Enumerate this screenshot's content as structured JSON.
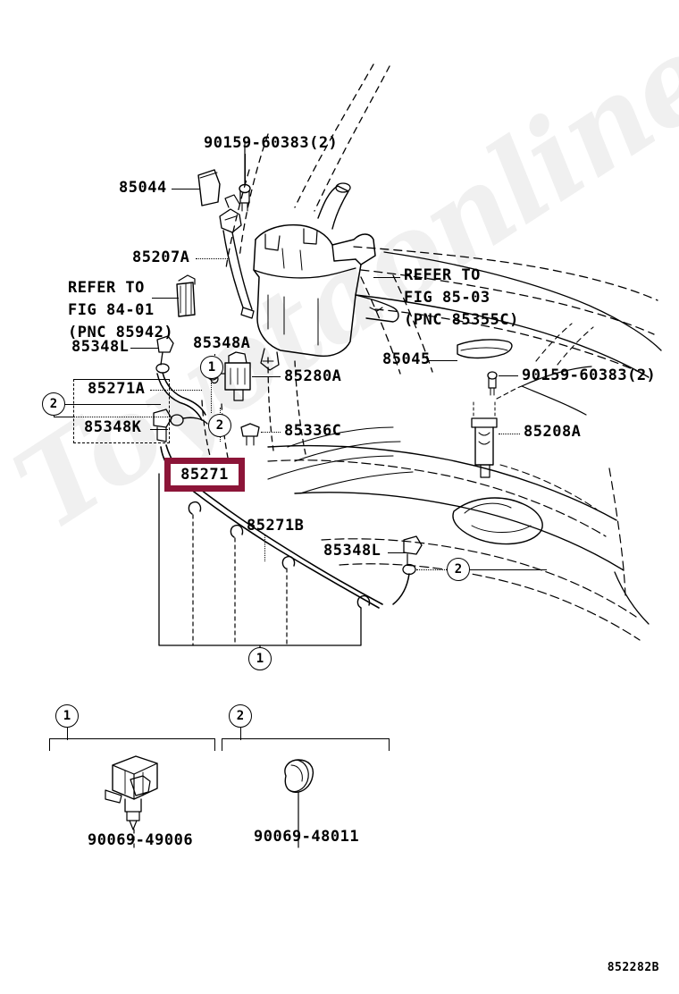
{
  "figure": {
    "code": "852282B",
    "watermark": "Toyotaonline.ru",
    "accent_color": "#8c1538",
    "background_color": "#ffffff",
    "line_color": "#000000"
  },
  "highlight": {
    "part_number": "85271",
    "border_color": "#8c1538"
  },
  "labels": [
    {
      "id": "l-90159-top",
      "text": "90159-60383(2)"
    },
    {
      "id": "l-85044",
      "text": "85044"
    },
    {
      "id": "l-85207a",
      "text": "85207A"
    },
    {
      "id": "l-refer-8401",
      "text": "REFER TO\nFIG 84-01\n(PNC 85942)"
    },
    {
      "id": "l-refer-8503",
      "text": "REFER TO\nFIG 85-03\n(PNC 85355C)"
    },
    {
      "id": "l-85348l-1",
      "text": "85348L"
    },
    {
      "id": "l-85348a",
      "text": "85348A"
    },
    {
      "id": "l-85045",
      "text": "85045"
    },
    {
      "id": "l-90159-right",
      "text": "90159-60383(2)"
    },
    {
      "id": "l-85271a",
      "text": "85271A"
    },
    {
      "id": "l-85280a",
      "text": "85280A"
    },
    {
      "id": "l-85348k",
      "text": "85348K"
    },
    {
      "id": "l-85336c",
      "text": "85336C"
    },
    {
      "id": "l-85208a",
      "text": "85208A"
    },
    {
      "id": "l-85271b",
      "text": "85271B"
    },
    {
      "id": "l-85348l-2",
      "text": "85348L"
    }
  ],
  "callouts": [
    {
      "id": "c-1-upper",
      "number": "1"
    },
    {
      "id": "c-2-left",
      "number": "2"
    },
    {
      "id": "c-2-mid",
      "number": "2"
    },
    {
      "id": "c-2-right",
      "number": "2"
    },
    {
      "id": "c-1-hose",
      "number": "1"
    }
  ],
  "legend": {
    "groups": [
      {
        "number": "1",
        "part_number": "90069-49006",
        "icon": "hose-clip-icon"
      },
      {
        "number": "2",
        "part_number": "90069-48011",
        "icon": "hose-clamp-icon"
      }
    ]
  }
}
